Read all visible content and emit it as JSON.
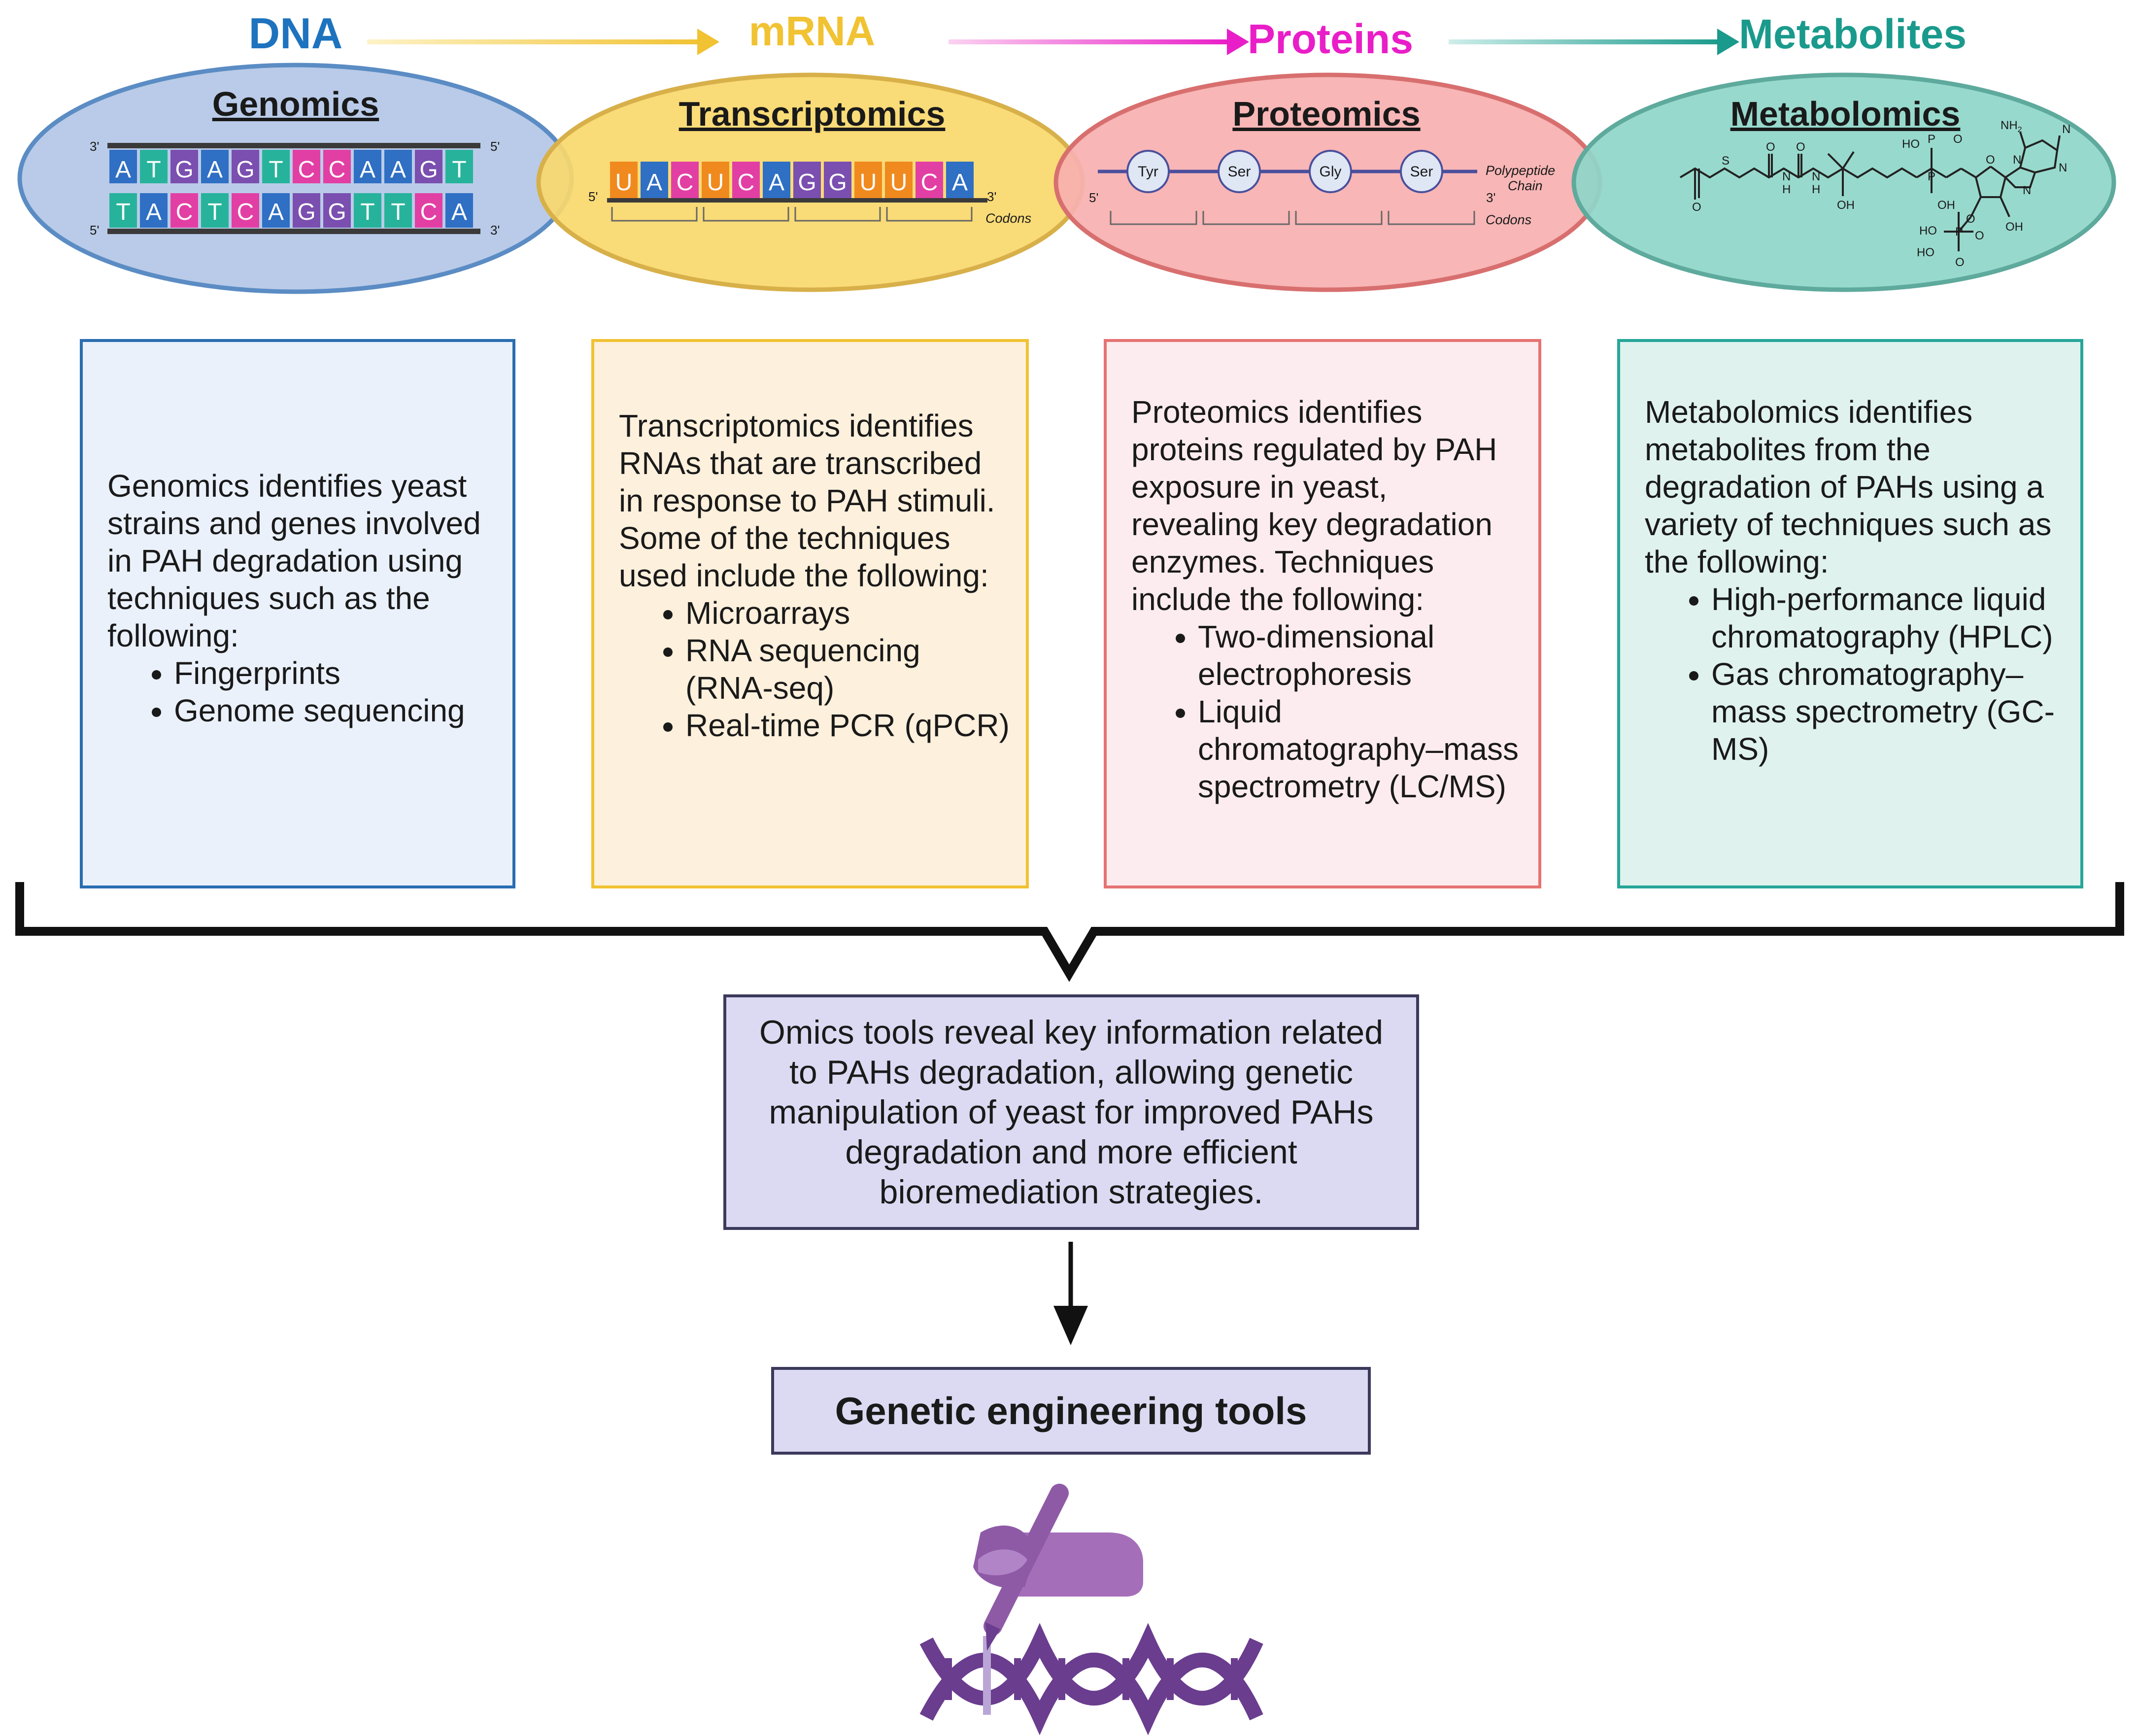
{
  "flow": {
    "dna": "DNA",
    "mrna": "mRNA",
    "proteins": "Proteins",
    "metabolites": "Metabolites"
  },
  "colors": {
    "dna": "#1e73be",
    "mrna": "#f1c232",
    "proteins": "#e91ec8",
    "metabolites": "#1a9a8c",
    "genomics_fill": "#b9cbe8",
    "transcriptomics_fill": "#f9d86b",
    "proteomics_fill": "#f7b0b0",
    "metabolomics_fill": "#8fd6c9",
    "engineering": "#8e5aa6"
  },
  "ellipses": {
    "genomics": {
      "title": "Genomics",
      "strand_top": [
        "A",
        "T",
        "G",
        "A",
        "G",
        "T",
        "C",
        "C",
        "A",
        "A",
        "G",
        "T"
      ],
      "strand_bottom": [
        "T",
        "A",
        "C",
        "T",
        "C",
        "A",
        "G",
        "G",
        "T",
        "T",
        "C",
        "A"
      ],
      "end_3_top": "3'",
      "end_5_top": "5'",
      "end_5_bottom": "5'",
      "end_3_bottom": "3'"
    },
    "transcriptomics": {
      "title": "Transcriptomics",
      "strand": [
        "U",
        "A",
        "C",
        "U",
        "C",
        "A",
        "G",
        "G",
        "U",
        "U",
        "C",
        "A"
      ],
      "end_5": "5'",
      "end_3": "3'",
      "codons_label": "Codons"
    },
    "proteomics": {
      "title": "Proteomics",
      "amino_acids": [
        "Tyr",
        "Ser",
        "Gly",
        "Ser"
      ],
      "end_5": "5'",
      "end_3": "3'",
      "chain_label_line1": "Polypeptide",
      "chain_label_line2": "Chain",
      "codons_label": "Codons"
    },
    "metabolomics": {
      "title": "Metabolomics",
      "atoms": {
        "s": "S",
        "n1": "N",
        "n1h": "H",
        "n2": "N",
        "n2h": "H",
        "o1": "O",
        "o2": "O",
        "o3": "O",
        "oh1": "OH",
        "p1": "P",
        "p2": "P",
        "ho1": "HO",
        "o4": "O",
        "oh2": "OH",
        "nh2": "NH",
        "nh2_sub": "2",
        "nring1": "N",
        "nring2": "N",
        "nring3": "N",
        "nring4": "N",
        "o5": "O",
        "oh3": "OH",
        "ho2": "HO",
        "p3": "P",
        "ho3": "HO",
        "o6": "O",
        "o7": "O",
        "o8": "O"
      }
    }
  },
  "boxes": {
    "genomics": {
      "text": "Genomics identifies yeast strains and genes involved in PAH degradation using techniques such as the following:",
      "items": [
        "Fingerprints",
        "Genome sequencing"
      ]
    },
    "transcriptomics": {
      "text": "Transcriptomics identifies RNAs that are transcribed in response to PAH stimuli. Some of the techniques used include the following:",
      "items": [
        "Microarrays",
        "RNA sequencing (RNA-seq)",
        "Real-time PCR (qPCR)"
      ]
    },
    "proteomics": {
      "text": "Proteomics identifies proteins regulated by PAH exposure in yeast, revealing key degradation enzymes. Techniques include the following:",
      "items": [
        "Two-dimensional electrophoresis",
        "Liquid chromatography–mass spectrometry (LC/MS)"
      ]
    },
    "metabolomics": {
      "text": "Metabolomics identifies metabolites from the degradation of PAHs using a variety of techniques such as the following:",
      "items": [
        "High-performance liquid chromatography (HPLC)",
        "Gas chromatography–mass spectrometry (GC-MS)"
      ]
    }
  },
  "summary": "Omics tools reveal key information related to PAHs degradation, allowing genetic manipulation of yeast for improved PAHs degradation and more efficient bioremediation strategies.",
  "tools": "Genetic engineering tools",
  "icons": {
    "engineering": "hand-editing-dna-icon"
  }
}
